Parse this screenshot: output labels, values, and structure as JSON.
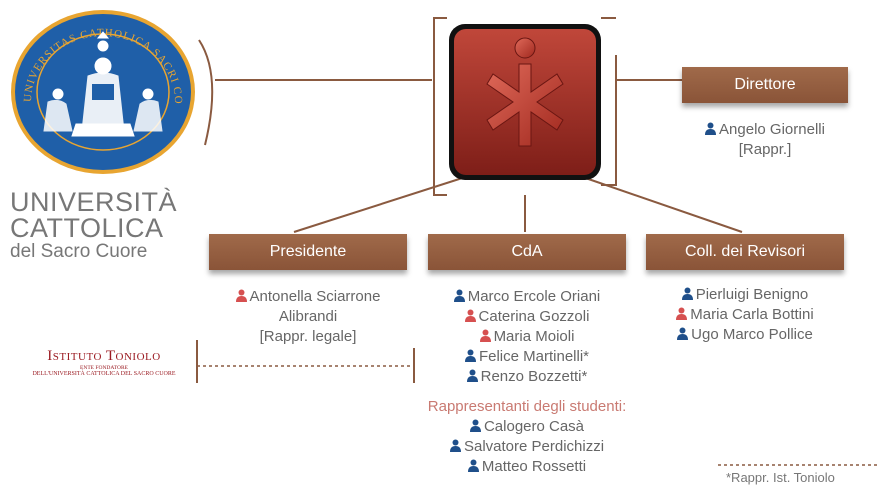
{
  "university": {
    "seal_text": "UNIVERSITAS CATHOLICA SACRI CORDIS IESU MEDIOLANI",
    "name_line1": "UNIVERSITÀ",
    "name_line2": "CATTOLICA",
    "name_line3": "del Sacro Cuore",
    "colors": {
      "seal_blue": "#1f5fa8",
      "seal_gold": "#e8a531"
    }
  },
  "toniolo": {
    "title": "Istituto Toniolo",
    "subtitle1": "ENTE FONDATORE",
    "subtitle2": "DELL'UNIVERSITÀ CATTOLICA DEL SACRO CUORE",
    "color": "#9b1b22"
  },
  "center_logo": {
    "icon": "asterisk-logo-icon",
    "color": "#9e2a22"
  },
  "roles": {
    "direttore": {
      "label": "Direttore",
      "members": [
        {
          "name": "Angelo Giornelli",
          "gender": "male"
        }
      ],
      "note": "[Rappr.]"
    },
    "presidente": {
      "label": "Presidente",
      "members": [
        {
          "name": "Antonella Sciarrone",
          "gender": "female"
        }
      ],
      "extra1": "Alibrandi",
      "extra2": "[Rappr. legale]"
    },
    "cda": {
      "label": "CdA",
      "members": [
        {
          "name": "Marco Ercole Oriani",
          "gender": "male"
        },
        {
          "name": "Caterina Gozzoli",
          "gender": "female"
        },
        {
          "name": "Maria Moioli",
          "gender": "female"
        },
        {
          "name": "Felice Martinelli*",
          "gender": "male"
        },
        {
          "name": "Renzo Bozzetti*",
          "gender": "male"
        }
      ],
      "students_caption": "Rappresentanti degli studenti:",
      "students": [
        {
          "name": "Calogero Casà",
          "gender": "male"
        },
        {
          "name": "Salvatore Perdichizzi",
          "gender": "male"
        },
        {
          "name": "Matteo Rossetti",
          "gender": "male"
        }
      ]
    },
    "revisori": {
      "label": "Coll. dei Revisori",
      "members": [
        {
          "name": "Pierluigi Benigno",
          "gender": "male"
        },
        {
          "name": "Maria Carla Bottini",
          "gender": "female"
        },
        {
          "name": "Ugo Marco Pollice",
          "gender": "male"
        }
      ]
    }
  },
  "footnote": "*Rappr. Ist. Toniolo",
  "colors": {
    "box": "#955e40",
    "male_icon": "#1f4f8a",
    "female_icon": "#d65050",
    "line": "#8a5a40"
  }
}
